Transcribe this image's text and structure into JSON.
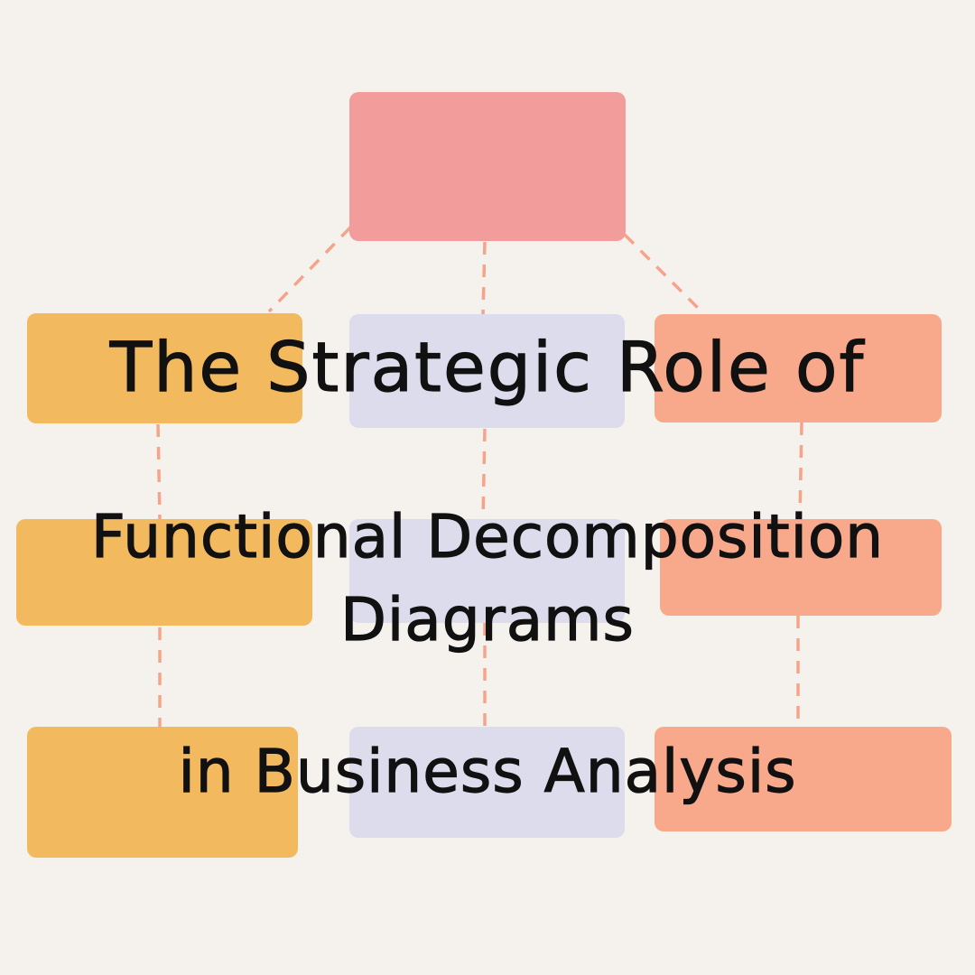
{
  "title_lines": {
    "line1": "The Strategic Role of",
    "line2": "Functional Decomposition",
    "line3": "Diagrams",
    "line4": "in Business Analysis"
  },
  "colors": {
    "background": "#f5f2ee",
    "root_box": "#f39c9c",
    "column_left": "#f3b95e",
    "column_middle": "#dcdcec",
    "column_right": "#f8a98c",
    "connector": "#f5a489",
    "text": "#111111"
  }
}
